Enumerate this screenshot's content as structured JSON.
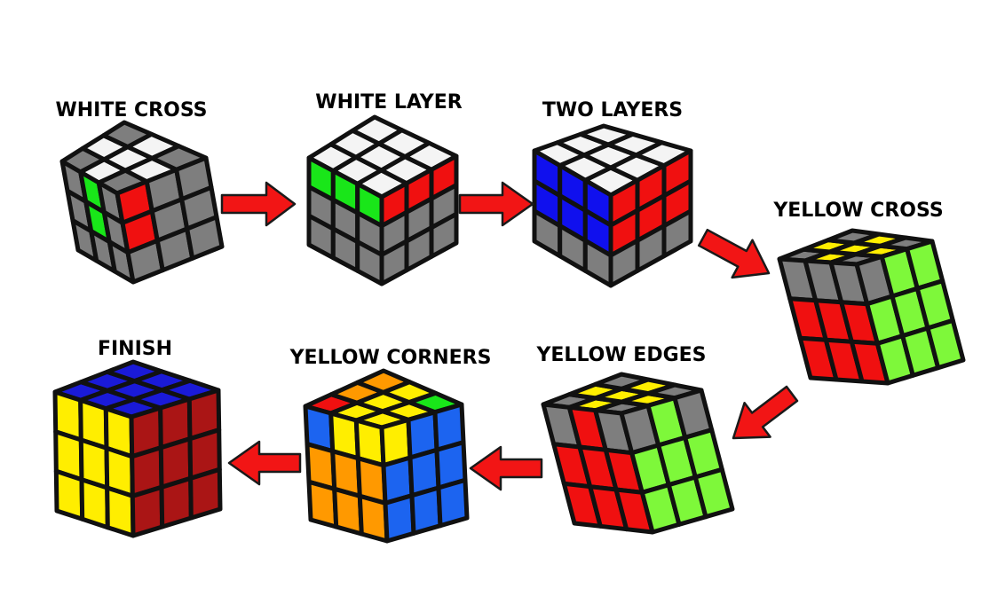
{
  "colors": {
    "W": "#f4f4f4",
    "G": "#19e619",
    "R": "#f01010",
    "B": "#1010ee",
    "Y": "#ffee00",
    "O": "#ff9900",
    "X": "#7e7e7e",
    "K": "#1c64f0",
    "L": "#7ef83a",
    "C": "#aa1515",
    "D": "#1a1ad8",
    "arrow": "#f21515"
  },
  "steps": [
    {
      "label": "WHITE CROSS",
      "top": [
        "XWX",
        "WWW",
        "XWX"
      ],
      "left": [
        "XGX",
        "XGX",
        "XXX"
      ],
      "right": [
        "RXX",
        "RXX",
        "XXX"
      ]
    },
    {
      "label": "WHITE LAYER",
      "top": [
        "WWW",
        "WWW",
        "WWW"
      ],
      "left": [
        "GGG",
        "XXX",
        "XXX"
      ],
      "right": [
        "RRR",
        "XXX",
        "XXX"
      ]
    },
    {
      "label": "TWO LAYERS",
      "top": [
        "WWW",
        "WWW",
        "WWW"
      ],
      "left": [
        "BBB",
        "BBB",
        "XXX"
      ],
      "right": [
        "RRR",
        "RRR",
        "XXX"
      ]
    },
    {
      "label": "YELLOW CROSS",
      "top": [
        "XYX",
        "YYY",
        "XYX"
      ],
      "left": [
        "XXX",
        "RRR",
        "RRR"
      ],
      "right": [
        "XLL",
        "LLL",
        "LLL"
      ]
    },
    {
      "label": "YELLOW EDGES",
      "top": [
        "XYX",
        "YYY",
        "XYX"
      ],
      "left": [
        "XRX",
        "RRR",
        "RRR"
      ],
      "right": [
        "XLX",
        "LLL",
        "LLL"
      ]
    },
    {
      "label": "YELLOW CORNERS",
      "top": [
        "ROO",
        "YYY",
        "YYG"
      ],
      "left": [
        "KYY",
        "OOO",
        "OOO"
      ],
      "right": [
        "YKK",
        "KKK",
        "KKK"
      ]
    },
    {
      "label": "FINISH",
      "top": [
        "DDD",
        "DDD",
        "DDD"
      ],
      "left": [
        "YYY",
        "YYY",
        "YYY"
      ],
      "right": [
        "CCC",
        "CCC",
        "CCC"
      ]
    }
  ]
}
